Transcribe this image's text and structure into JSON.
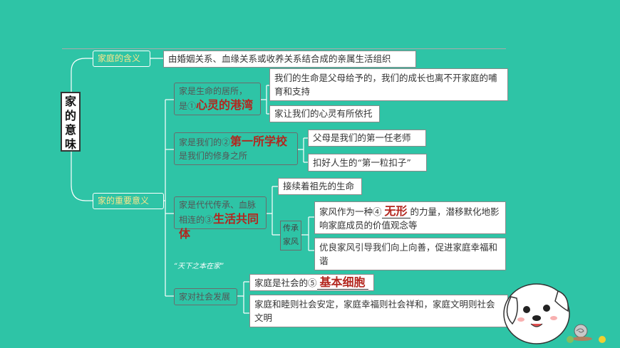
{
  "title": "家的意味",
  "tagline": "“天下之本在家”",
  "meaning": {
    "label": "家庭的含义",
    "definition": "由婚姻关系、血缘关系或收养关系结合成的亲属生活组织"
  },
  "importance": {
    "label": "家的重要意义"
  },
  "branches": {
    "b1": {
      "text_a": "家是生命的居所，",
      "text_b": "是①",
      "answer": "心灵的港湾",
      "leaf1": "我们的生命是父母给予的，我们的成长也离不开家庭的哺育和支持",
      "leaf2": "家让我们的心灵有所依托"
    },
    "b2": {
      "text_a": "家是我们的②",
      "answer": "第一所学校",
      "text_b": "是我们的修身之所",
      "leaf1": "父母是我们的第一任老师",
      "leaf2": "扣好人生的“第一粒扣子”"
    },
    "b3": {
      "text_a": "家是代代传承、血脉",
      "text_b": "相连的③",
      "answer": "生活共同体",
      "leaf1": "接续着祖先的生命",
      "vert_label": "传承家风",
      "leaf2_a": "家风作为一种④",
      "leaf2_answer": "无形",
      "leaf2_b": "的力量，潜移默化地影响家庭成员的价值观念等",
      "leaf3": "优良家风引导我们向上向善，促进家庭幸福和谐"
    },
    "b4": {
      "text": "家对社会发展",
      "leaf1_a": "家庭是社会的⑤",
      "leaf1_answer": "基本细胞",
      "leaf2": "家庭和睦则社会安定，家庭幸福则社会祥和，家庭文明则社会文明"
    }
  },
  "colors": {
    "background": "#2ec4a6",
    "answer": "#b3261e"
  }
}
